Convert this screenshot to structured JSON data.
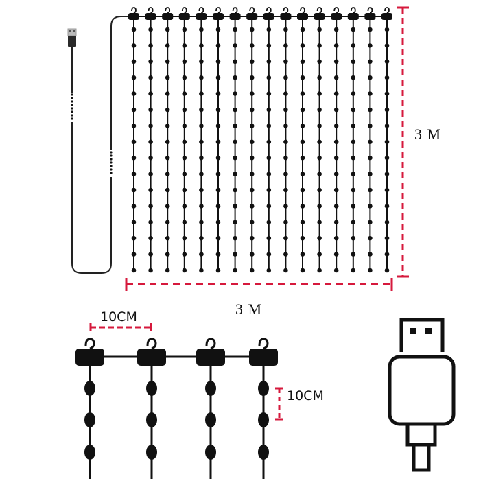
{
  "diagram": {
    "type": "LED curtain light dimension diagram",
    "colors": {
      "line": "#111111",
      "dimension": "#d6193c",
      "background": "#ffffff"
    },
    "curtain": {
      "strand_count": 16,
      "beads_per_strand": 16,
      "width_label": "3 M",
      "height_label": "3 M"
    },
    "detail": {
      "horizontal_spacing_label": "10CM",
      "vertical_spacing_label": "10CM",
      "hooks_shown": 4
    },
    "connector": {
      "icon": "usb-plug-icon",
      "type": "USB-A"
    }
  }
}
